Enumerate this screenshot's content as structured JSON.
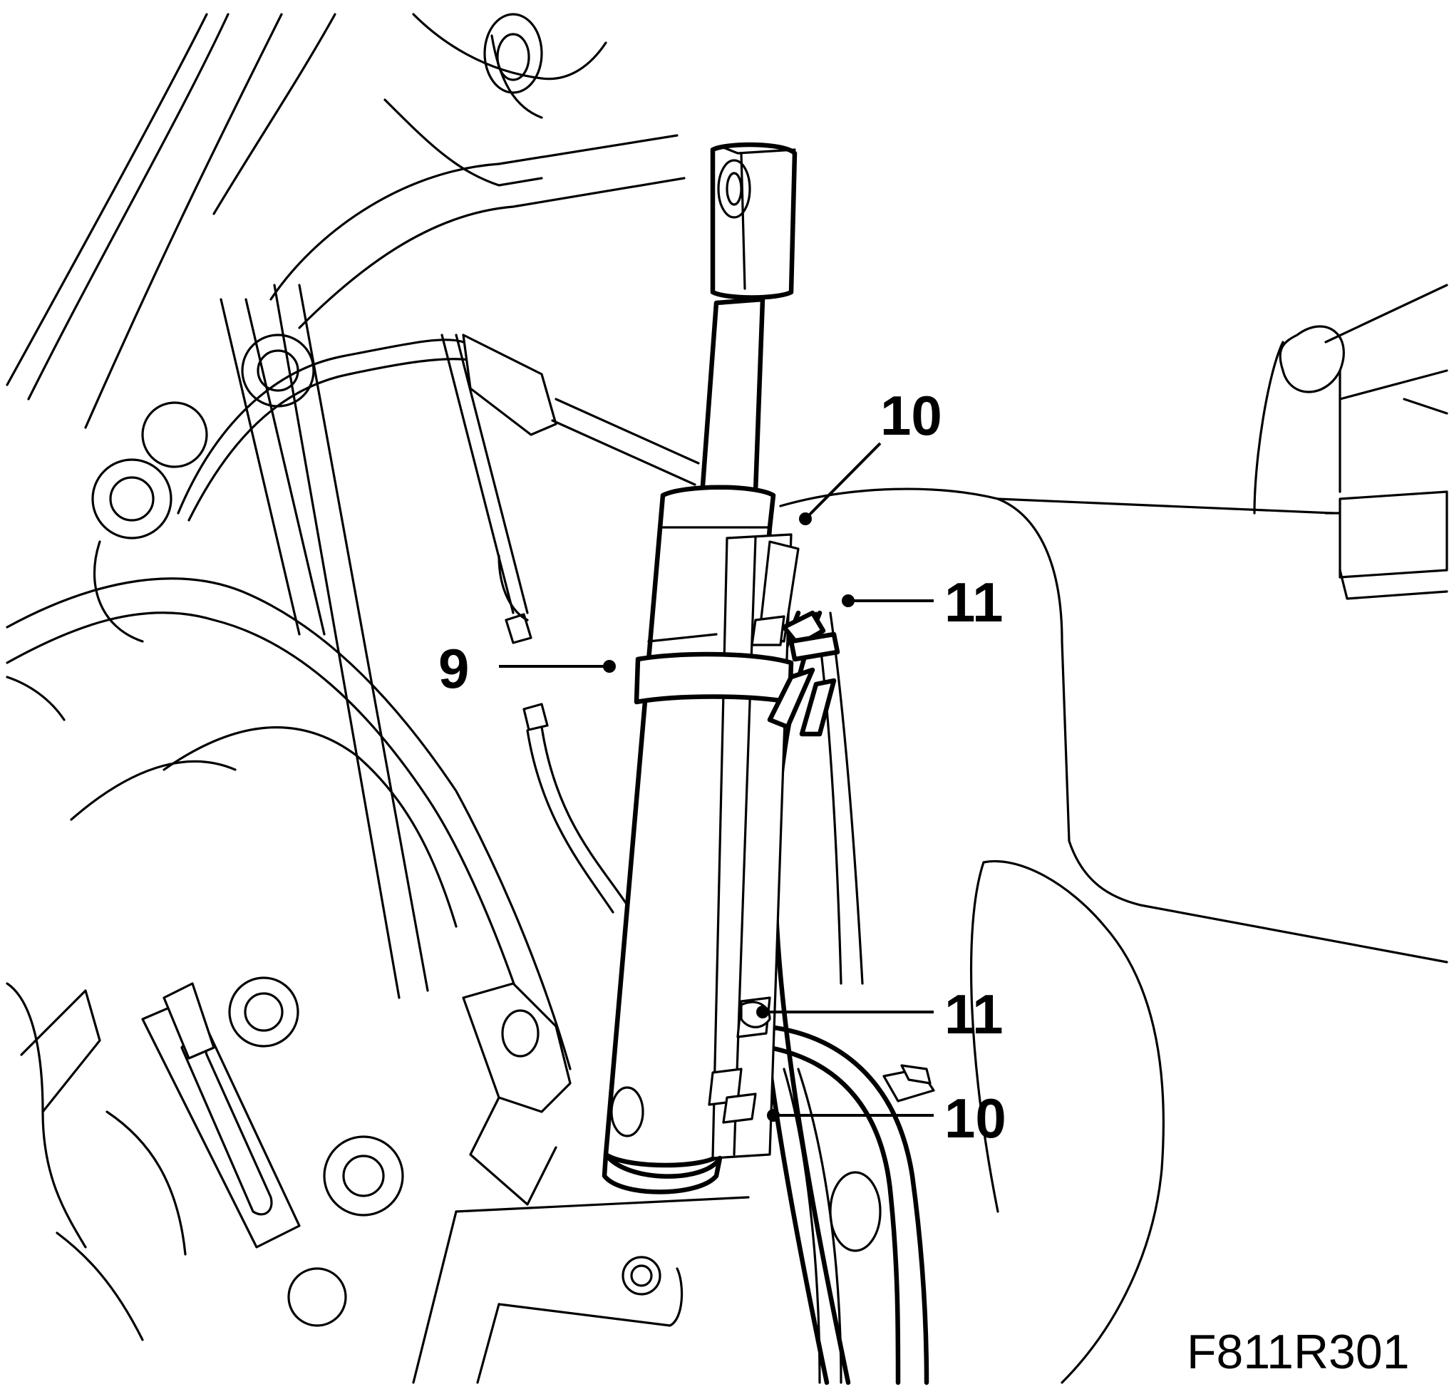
{
  "figure": {
    "code": "F811R301"
  },
  "callouts": [
    {
      "id": "callout-10-top",
      "label": "10"
    },
    {
      "id": "callout-11-top",
      "label": "11"
    },
    {
      "id": "callout-9",
      "label": "9"
    },
    {
      "id": "callout-11-bottom",
      "label": "11"
    },
    {
      "id": "callout-10-bottom",
      "label": "10"
    }
  ]
}
